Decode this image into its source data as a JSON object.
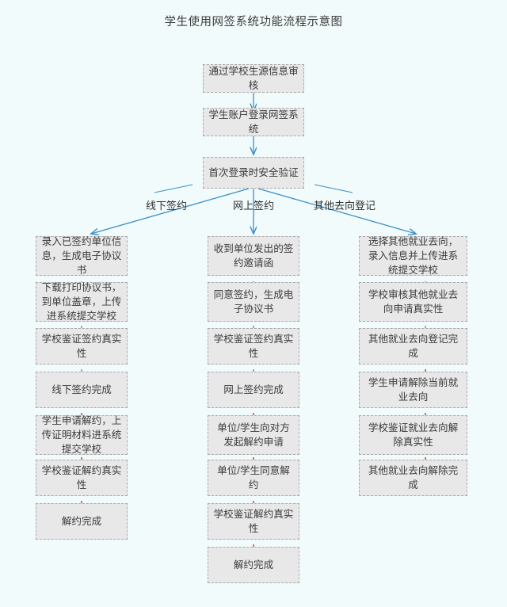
{
  "title": "学生使用网签系统功能流程示意图",
  "colors": {
    "background": "#f2fbfb",
    "node_fill": "#e8e8e8",
    "node_border": "#a9a9a9",
    "arrow_blue": "#3d8fc6",
    "arrow_red": "#b3282d",
    "text": "#3b3b3b"
  },
  "trunk": {
    "nodes": [
      {
        "id": "t1",
        "label": "通过学校生源信息审核"
      },
      {
        "id": "t2",
        "label": "学生账户登录网签系统"
      },
      {
        "id": "t3",
        "label": "首次登录时安全验证"
      }
    ]
  },
  "branch_labels": [
    {
      "id": "bl-left",
      "label": "线下签约"
    },
    {
      "id": "bl-mid",
      "label": "网上签约"
    },
    {
      "id": "bl-right",
      "label": "其他去向登记"
    }
  ],
  "columns": {
    "left": {
      "name": "线下签约",
      "nodes": [
        {
          "id": "l1",
          "label": "录入已签约单位信息，生成电子协议书",
          "lines": 2
        },
        {
          "id": "l2",
          "label": "下载打印协议书，到单位盖章，上传进系统提交学校",
          "lines": 2
        },
        {
          "id": "l3",
          "label": "学校鉴证签约真实性",
          "lines": 1
        },
        {
          "id": "l4",
          "label": "线下签约完成",
          "lines": 1
        },
        {
          "id": "l5",
          "label": "学生申请解约，上传证明材料进系统提交学校",
          "lines": 2
        },
        {
          "id": "l6",
          "label": "学校鉴证解约真实性",
          "lines": 1
        },
        {
          "id": "l7",
          "label": "解约完成",
          "lines": 1
        }
      ]
    },
    "middle": {
      "name": "网上签约",
      "nodes": [
        {
          "id": "m1",
          "label": "收到单位发出的签约邀请函",
          "lines": 1
        },
        {
          "id": "m2",
          "label": "同意签约，生成电子协议书",
          "lines": 1
        },
        {
          "id": "m3",
          "label": "学校鉴证签约真实性",
          "lines": 1
        },
        {
          "id": "m4",
          "label": "网上签约完成",
          "lines": 1
        },
        {
          "id": "m5",
          "label": "单位/学生向对方发起解约申请",
          "lines": 2
        },
        {
          "id": "m6",
          "label": "单位/学生同意解约",
          "lines": 1
        },
        {
          "id": "m7",
          "label": "学校鉴证解约真实性",
          "lines": 1
        },
        {
          "id": "m8",
          "label": "解约完成",
          "lines": 1
        }
      ]
    },
    "right": {
      "name": "其他去向登记",
      "nodes": [
        {
          "id": "r1",
          "label": "选择其他就业去向，录入信息并上传进系统提交学校",
          "lines": 2
        },
        {
          "id": "r2",
          "label": "学校审核其他就业去向申请真实性",
          "lines": 2
        },
        {
          "id": "r3",
          "label": "其他就业去向登记完成",
          "lines": 1
        },
        {
          "id": "r4",
          "label": "学生申请解除当前就业去向",
          "lines": 1
        },
        {
          "id": "r5",
          "label": "学校鉴证就业去向解除真实性",
          "lines": 2
        },
        {
          "id": "r6",
          "label": "其他就业去向解除完成",
          "lines": 1
        }
      ]
    }
  }
}
